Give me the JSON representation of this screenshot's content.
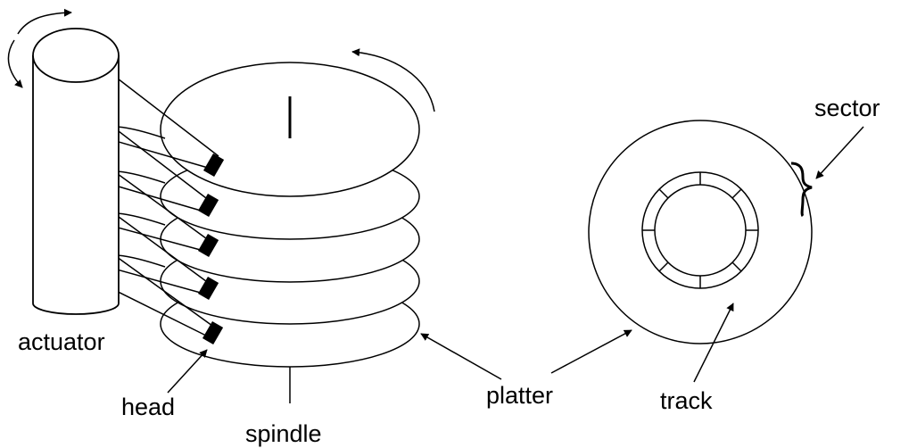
{
  "labels": {
    "actuator": "actuator",
    "head": "head",
    "spindle": "spindle",
    "platter": "platter",
    "track": "track",
    "sector": "sector"
  }
}
